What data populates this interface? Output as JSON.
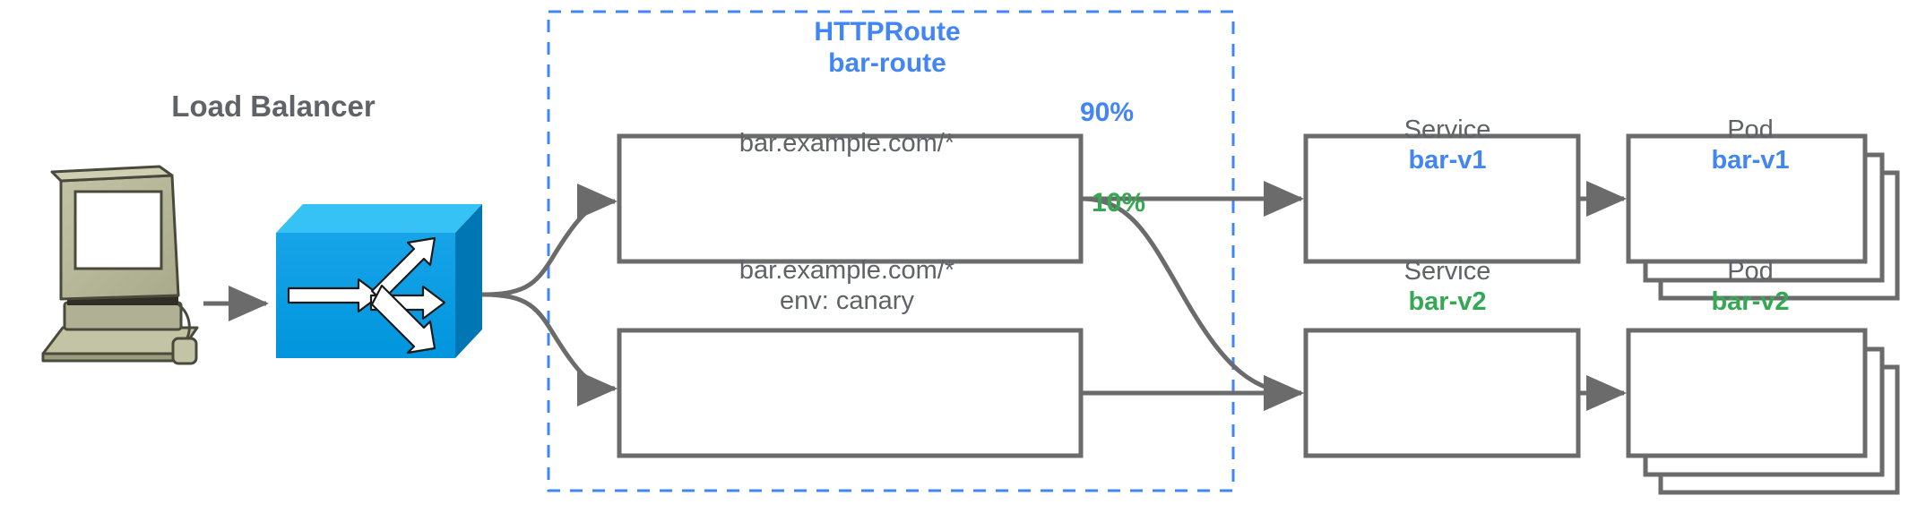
{
  "diagram": {
    "title_client": "Load Balancer",
    "colors": {
      "blue": "#4285f4",
      "green": "#34a853",
      "gray": "#5f6368",
      "lb_fill": "#0099e0",
      "lb_top": "#29b6f6",
      "lb_side": "#007ab8",
      "monitor_body": "#b8b89a",
      "stroke": "#6b6b6b"
    },
    "client": {
      "icon": "desktop-computer-icon"
    },
    "load_balancer": {
      "label": "Load Balancer",
      "icon": "load-balancer-icon"
    },
    "httproute": {
      "kind": "HTTPRoute",
      "name": "bar-route",
      "rules": [
        {
          "id": "rule-1",
          "lines": [
            "bar.example.com/*"
          ],
          "weight_label": "90%",
          "weight_color": "#4285f4"
        },
        {
          "id": "rule-2",
          "lines": [
            "bar.example.com/*",
            "env: canary"
          ],
          "weight_label": "10%",
          "weight_color": "#34a853"
        }
      ]
    },
    "backends": [
      {
        "id": "backend-v1",
        "service_kind": "Service",
        "service_name": "bar-v1",
        "pod_kind": "Pod",
        "pod_name": "bar-v1",
        "accent": "#4285f4",
        "pod_replicas": 3
      },
      {
        "id": "backend-v2",
        "service_kind": "Service",
        "service_name": "bar-v2",
        "pod_kind": "Pod",
        "pod_name": "bar-v2",
        "accent": "#34a853",
        "pod_replicas": 3
      }
    ]
  }
}
